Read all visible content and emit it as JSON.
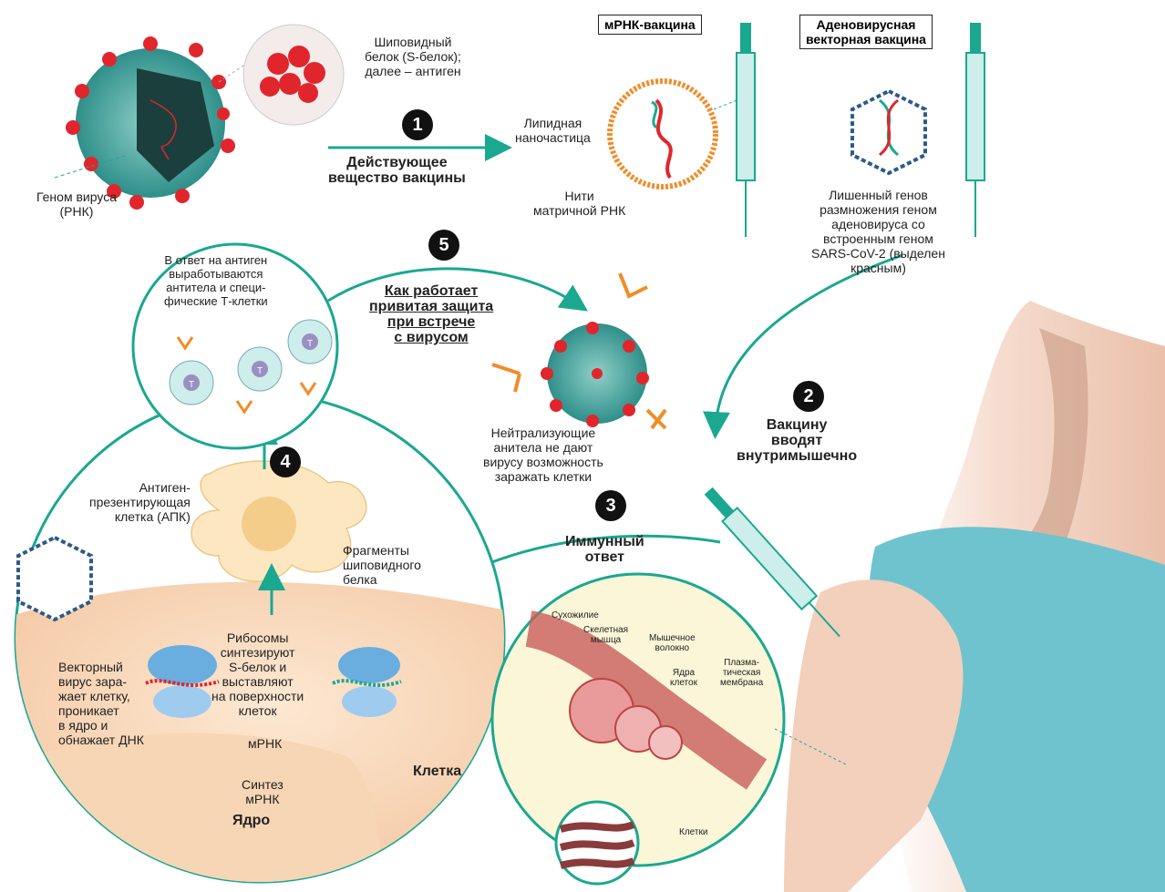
{
  "virus_labels": {
    "spike": "Шиповидный\nбелок (S-белок);\nдалее – антиген",
    "genome": "Геном вируса\n(РНК)"
  },
  "step1": {
    "num": "1",
    "label": "Действующее\nвещество вакцины"
  },
  "mrna_vaccine": {
    "title": "мРНК-вакцина",
    "lipid": "Липидная\nнаночастица",
    "strands": "Нити\nматричной РНК"
  },
  "adeno_vaccine": {
    "title": "Аденовирусная\nвекторная вакцина",
    "desc": "Лишенный генов\nразмножения геном\nаденовируса со\nвстроенным геном\nSARS-CoV-2 (выделен\nкрасным)"
  },
  "step2": {
    "num": "2",
    "label": "Вакцину\nвводят\nвнутримышечно"
  },
  "step3": {
    "num": "3",
    "label": "Иммунный\nответ"
  },
  "step4": {
    "num": "4"
  },
  "step5": {
    "num": "5",
    "label": "Как работает\nпривитая защита\nпри встрече\nс вирусом"
  },
  "antibodies_circle": "В ответ на антиген\nвыработываются\nантитела и специ-\nфические Т-клетки",
  "neutralizing": "Нейтрализующие\nанитела не дают\nвирусу возможность\nзаражать клетки",
  "apc": "Антиген-\nпрезентирующая\nклетка (АПК)",
  "fragments": "Фрагменты\nшиповидного\nбелка",
  "ribosomes": "Рибосомы\nсинтезируют\nS-белок и\nвыставляют\nна поверхности\nклеток",
  "vector_virus": "Векторный\nвирус зара-\nжает клетку,\nпроникает\nв ядро и\nобнажает ДНК",
  "mrna_label": "мРНК",
  "synthesis": "Синтез\nмРНК",
  "nucleus": "Ядро",
  "cell": "Клетка",
  "muscle": {
    "tendon": "Сухожилие",
    "skeletal": "Скелетная\nмышца",
    "fiber": "Мышечное\nволокно",
    "nuclei": "Ядра\nклеток",
    "membrane": "Плазма-\nтическая\nмембрана",
    "cells": "Клетки"
  },
  "tcell_letter": "T",
  "colors": {
    "teal": "#1aa890",
    "red": "#e0262c",
    "orange": "#f28c28",
    "cell": "#fbe3c8",
    "skin": "#f3d2c0",
    "shirt": "#6fc3cf"
  }
}
